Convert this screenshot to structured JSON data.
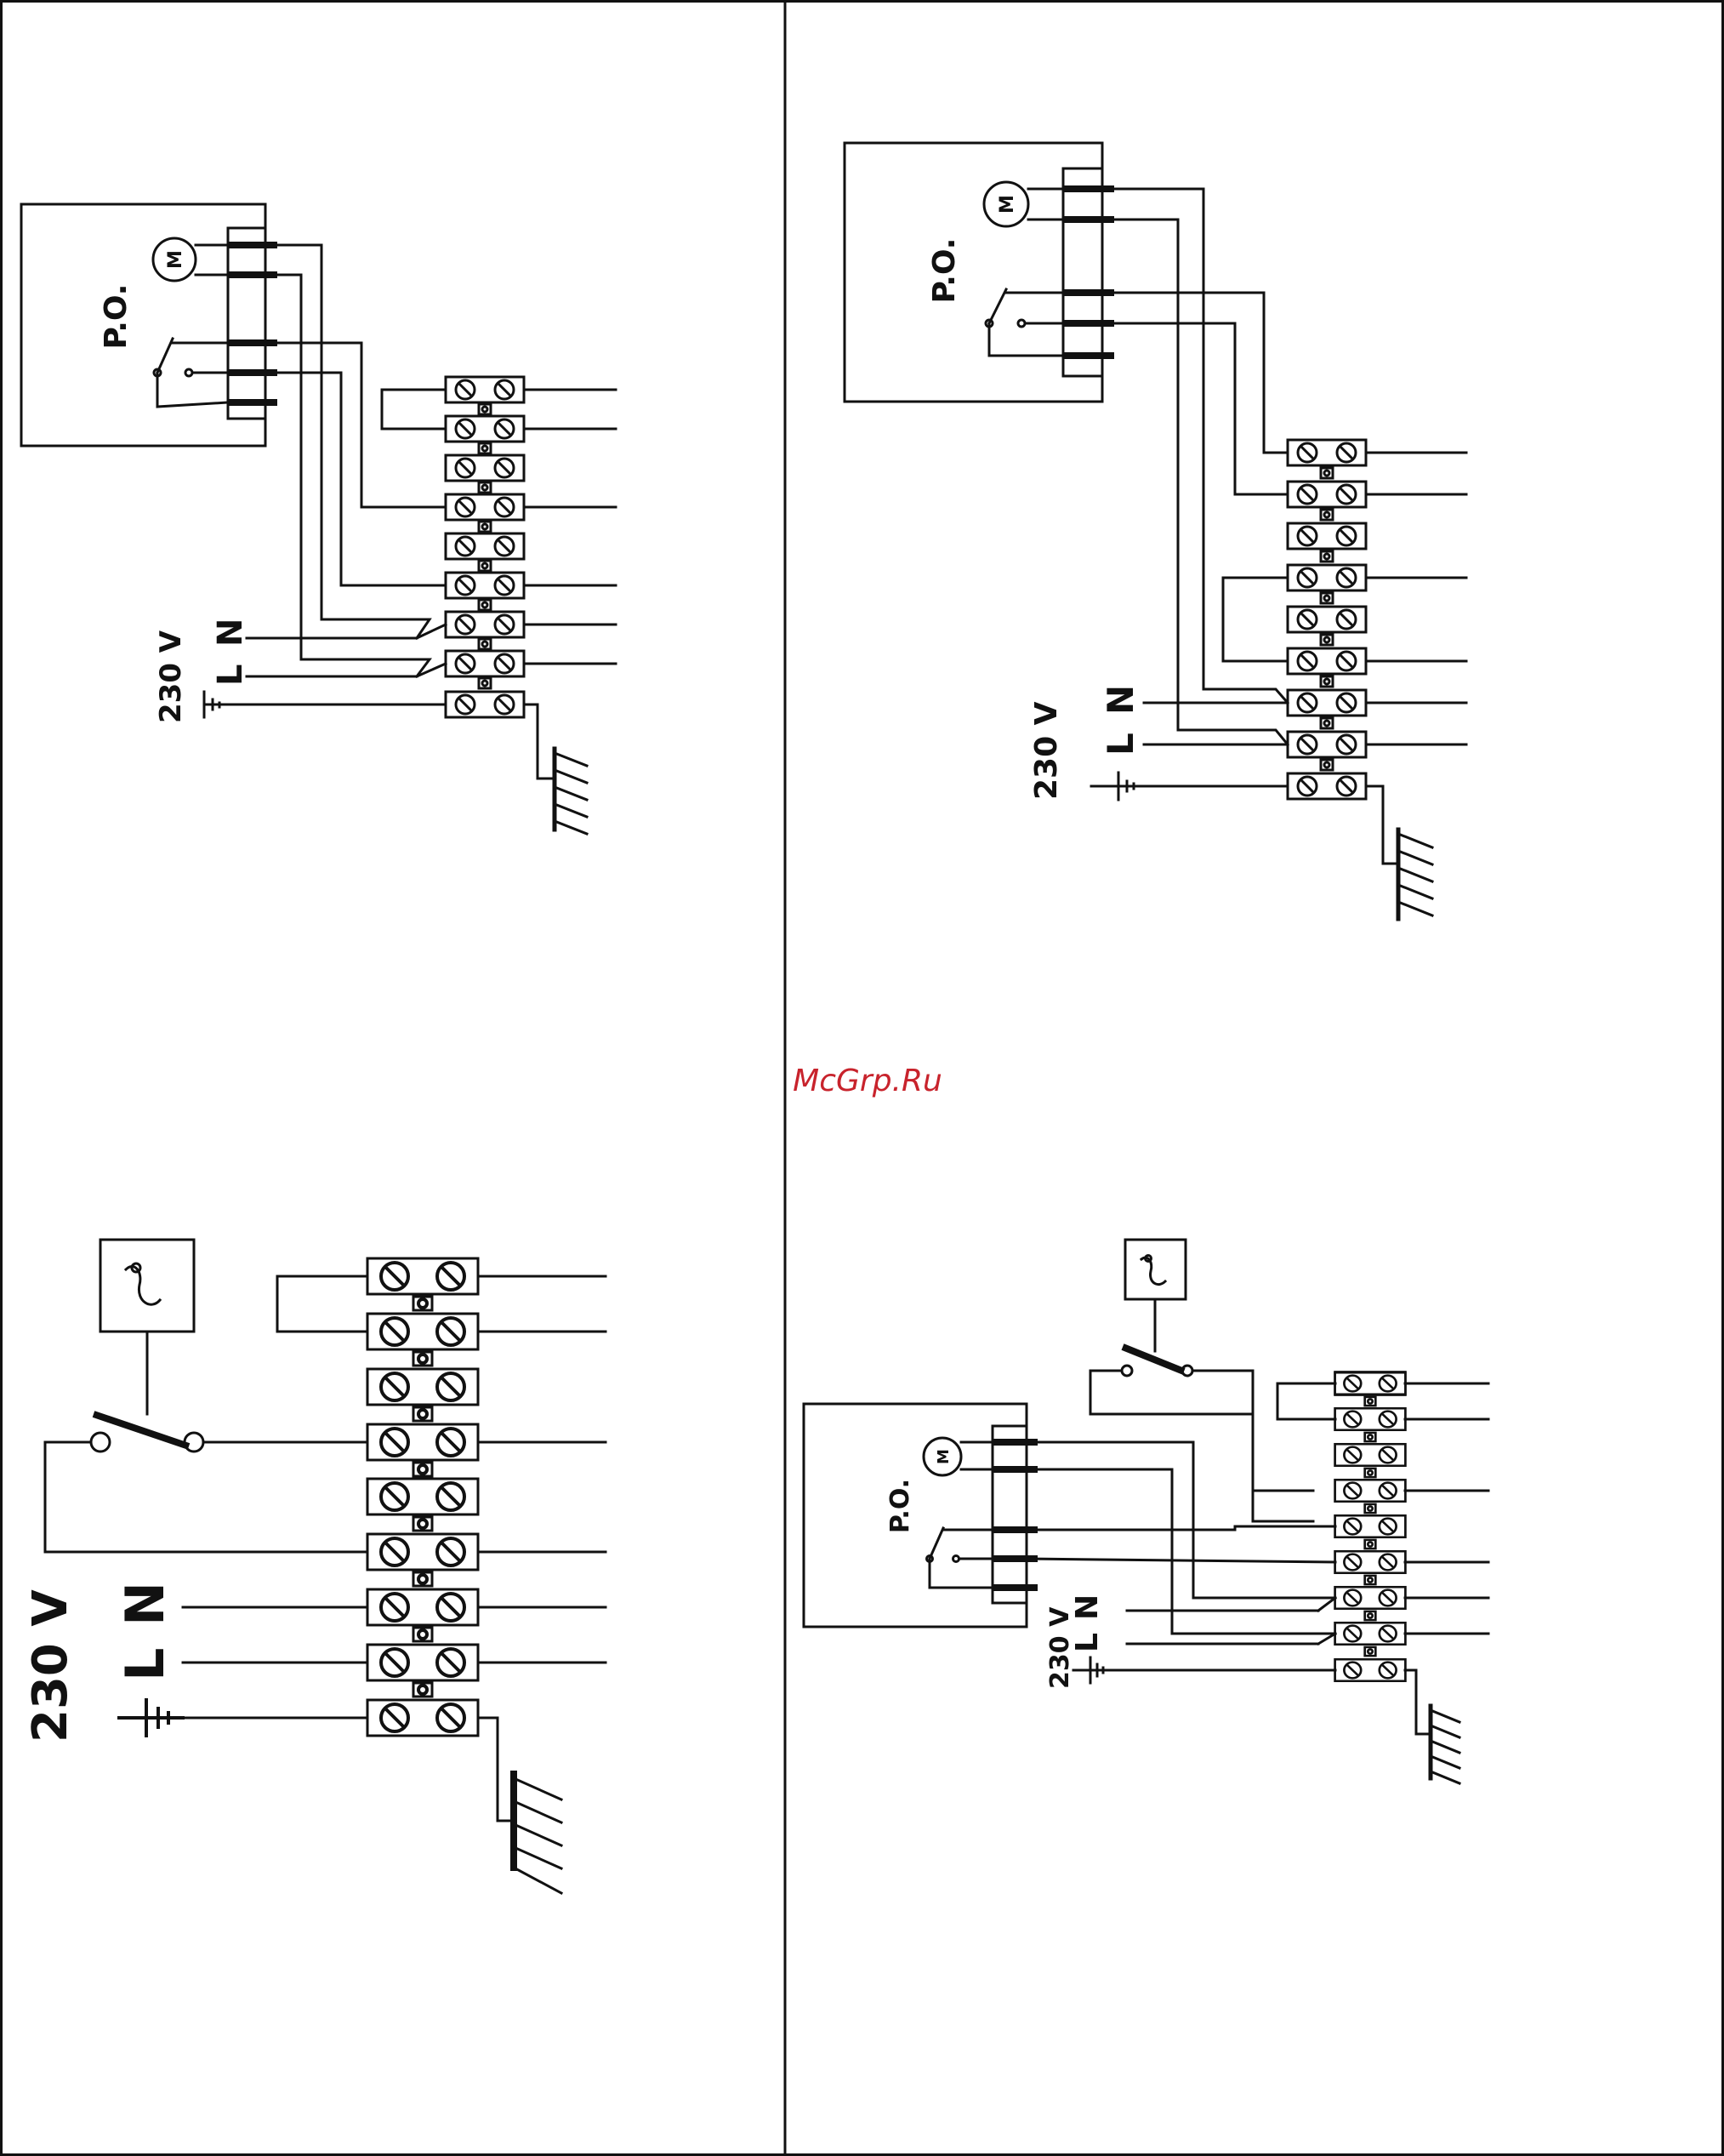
{
  "diagrams": [
    {
      "id": "top-left",
      "voltage": "230 V",
      "line": "L",
      "neutral": "N",
      "module": "P.O.",
      "motor": "M"
    },
    {
      "id": "top-right",
      "voltage": "230 V",
      "line": "L",
      "neutral": "N",
      "module": "P.O.",
      "motor": "M"
    },
    {
      "id": "bottom-left",
      "voltage": "230 V",
      "line": "L",
      "neutral": "N"
    },
    {
      "id": "bottom-right",
      "voltage": "230 V",
      "line": "L",
      "neutral": "N",
      "module": "P.O.",
      "motor": "M"
    }
  ],
  "watermark": "McGrp.Ru"
}
